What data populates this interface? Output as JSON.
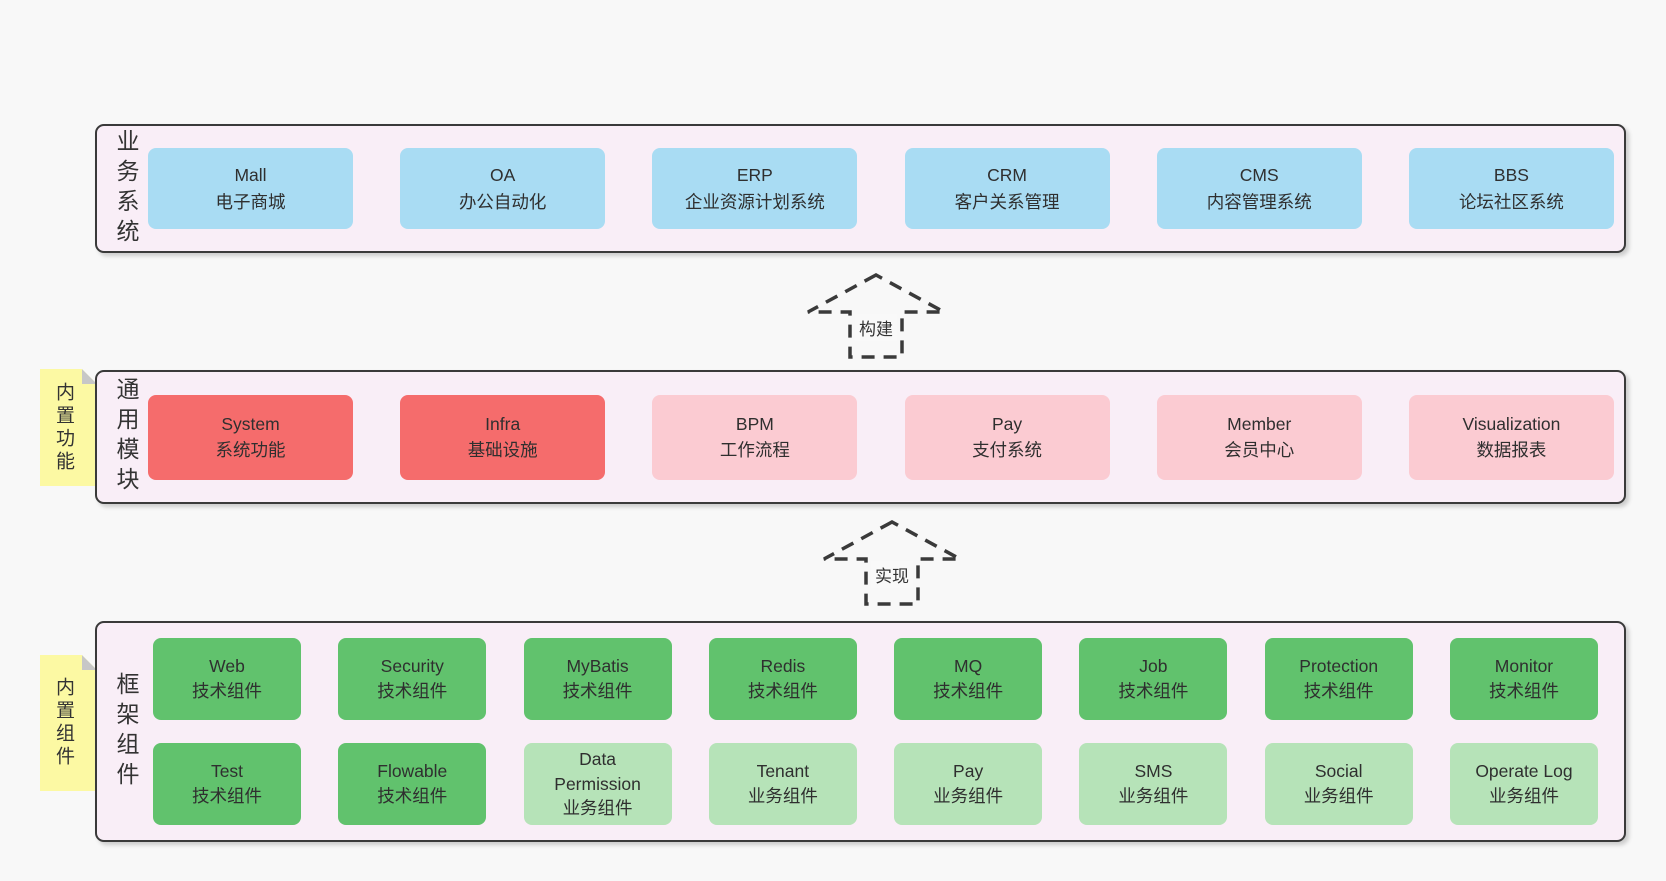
{
  "diagram": {
    "colors": {
      "page_background": "#f8f8f8",
      "container_background": "#f9eef7",
      "container_border": "#3a3a3a",
      "blue_box": "#a9dcf3",
      "red_box": "#f56c6c",
      "pink_box": "#fbcbd2",
      "green_box": "#61c26d",
      "light_green_box": "#b6e3b8",
      "note_yellow": "#fcf9a3",
      "note_fold_gray": "#c7c7c7",
      "text": "#333333"
    },
    "arrows": [
      {
        "id": "build",
        "label": "构建"
      },
      {
        "id": "implement",
        "label": "实现"
      }
    ],
    "layers": [
      {
        "id": "business-systems",
        "label": "业务系统",
        "boxes": [
          {
            "title": "Mall",
            "subtitle": "电子商城",
            "variant": "blue"
          },
          {
            "title": "OA",
            "subtitle": "办公自动化",
            "variant": "blue"
          },
          {
            "title": "ERP",
            "subtitle": "企业资源计划系统",
            "variant": "blue"
          },
          {
            "title": "CRM",
            "subtitle": "客户关系管理",
            "variant": "blue"
          },
          {
            "title": "CMS",
            "subtitle": "内容管理系统",
            "variant": "blue"
          },
          {
            "title": "BBS",
            "subtitle": "论坛社区系统",
            "variant": "blue"
          }
        ]
      },
      {
        "id": "common-modules",
        "label": "通用模块",
        "note": "内置功能",
        "boxes": [
          {
            "title": "System",
            "subtitle": "系统功能",
            "variant": "red"
          },
          {
            "title": "Infra",
            "subtitle": "基础设施",
            "variant": "red"
          },
          {
            "title": "BPM",
            "subtitle": "工作流程",
            "variant": "pink"
          },
          {
            "title": "Pay",
            "subtitle": "支付系统",
            "variant": "pink"
          },
          {
            "title": "Member",
            "subtitle": "会员中心",
            "variant": "pink"
          },
          {
            "title": "Visualization",
            "subtitle": "数据报表",
            "variant": "pink"
          }
        ]
      },
      {
        "id": "framework-components",
        "label": "框架组件",
        "note": "内置组件",
        "rows": [
          [
            {
              "title": "Web",
              "subtitle": "技术组件",
              "variant": "green"
            },
            {
              "title": "Security",
              "subtitle": "技术组件",
              "variant": "green"
            },
            {
              "title": "MyBatis",
              "subtitle": "技术组件",
              "variant": "green"
            },
            {
              "title": "Redis",
              "subtitle": "技术组件",
              "variant": "green"
            },
            {
              "title": "MQ",
              "subtitle": "技术组件",
              "variant": "green"
            },
            {
              "title": "Job",
              "subtitle": "技术组件",
              "variant": "green"
            },
            {
              "title": "Protection",
              "subtitle": "技术组件",
              "variant": "green"
            },
            {
              "title": "Monitor",
              "subtitle": "技术组件",
              "variant": "green"
            }
          ],
          [
            {
              "title": "Test",
              "subtitle": "技术组件",
              "variant": "green"
            },
            {
              "title": "Flowable",
              "subtitle": "技术组件",
              "variant": "green"
            },
            {
              "title": "Data Permission",
              "subtitle": "业务组件",
              "variant": "light-green"
            },
            {
              "title": "Tenant",
              "subtitle": "业务组件",
              "variant": "light-green"
            },
            {
              "title": "Pay",
              "subtitle": "业务组件",
              "variant": "light-green"
            },
            {
              "title": "SMS",
              "subtitle": "业务组件",
              "variant": "light-green"
            },
            {
              "title": "Social",
              "subtitle": "业务组件",
              "variant": "light-green"
            },
            {
              "title": "Operate Log",
              "subtitle": "业务组件",
              "variant": "light-green"
            }
          ]
        ]
      }
    ]
  }
}
